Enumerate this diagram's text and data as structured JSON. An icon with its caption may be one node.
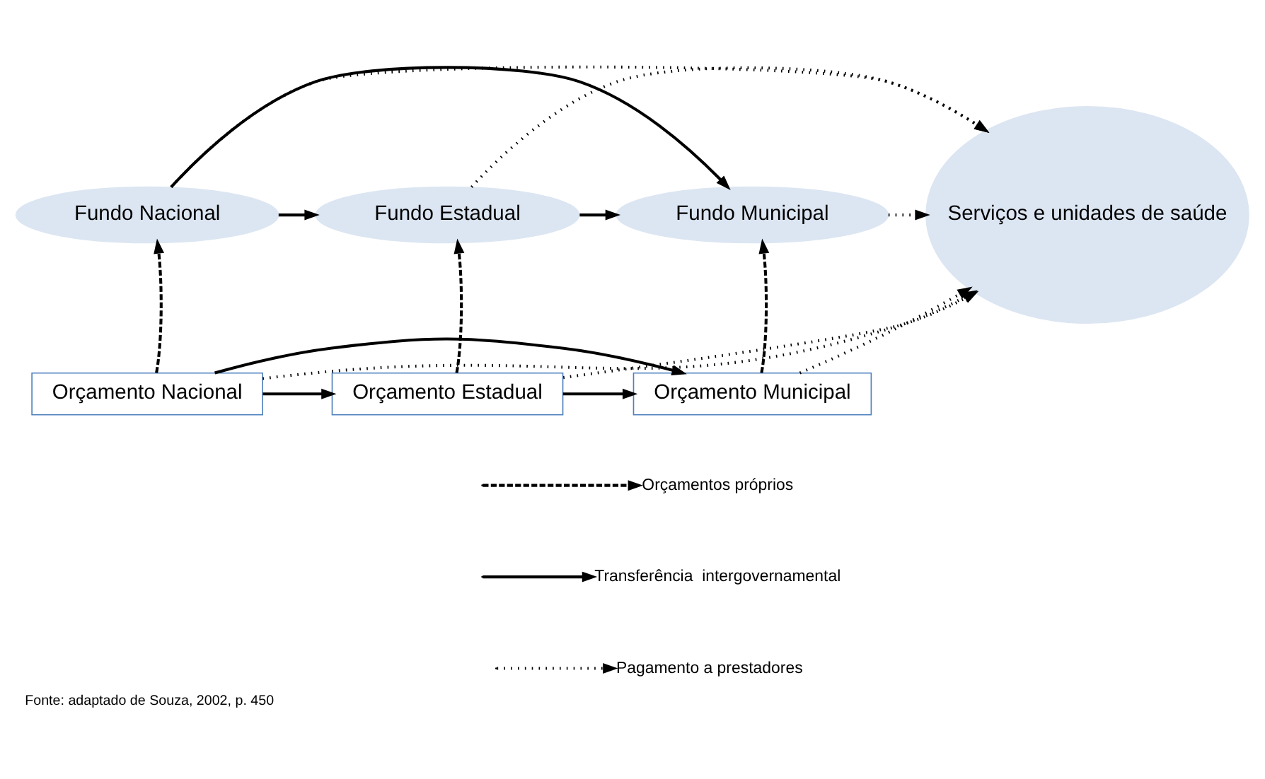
{
  "diagram": {
    "caption": "Fonte: adaptado de Souza, 2002, p. 450",
    "nodes": [
      {
        "text": [
          "Fundo Nacional"
        ]
      },
      {
        "text": [
          "Fundo Estadual"
        ]
      },
      {
        "text": [
          "Fundo Municipal"
        ]
      },
      {
        "text": [
          "Serviços e unidades de saúde"
        ]
      },
      {
        "text": [
          "Orçamento Nacional"
        ]
      },
      {
        "text": [
          "Orçamento Estadual"
        ]
      },
      {
        "text": [
          "Orçamento Municipal"
        ]
      }
    ],
    "edges": [
      {
        "from": 0,
        "to": 3,
        "arrow": "to",
        "style": "dashed"
      },
      {
        "from": 0,
        "to": 2,
        "arrow": "to"
      },
      {
        "from": 1,
        "to": 3,
        "arrow": "to",
        "style": "dashed"
      },
      {
        "from": 0,
        "to": 1,
        "arrow": "to"
      },
      {
        "from": 1,
        "to": 2,
        "arrow": "to"
      },
      {
        "from": 2,
        "to": 3,
        "arrow": "to",
        "style": "dashed"
      },
      {
        "from": 4,
        "to": 0,
        "arrow": "to",
        "style": "dashed"
      },
      {
        "from": 5,
        "to": 1,
        "arrow": "to",
        "style": "dashed"
      },
      {
        "from": 6,
        "to": 2,
        "arrow": "to",
        "style": "dashed"
      },
      {
        "from": 4,
        "to": 6,
        "arrow": "to"
      },
      {
        "from": 4,
        "to": 3,
        "arrow": "to",
        "style": "dashed"
      },
      {
        "from": 5,
        "to": 3,
        "arrow": "to",
        "style": "dashed"
      },
      {
        "from": 6,
        "to": 3,
        "arrow": "to",
        "style": "dashed"
      },
      {
        "from": 4,
        "to": 5,
        "arrow": "to"
      },
      {
        "from": 5,
        "to": 6,
        "arrow": "to"
      }
    ],
    "legend": [
      {
        "text": "Orçamentos próprios"
      },
      {
        "text": "Transferência  intergovernamental"
      },
      {
        "text": "Pagamento a prestadores"
      }
    ]
  }
}
